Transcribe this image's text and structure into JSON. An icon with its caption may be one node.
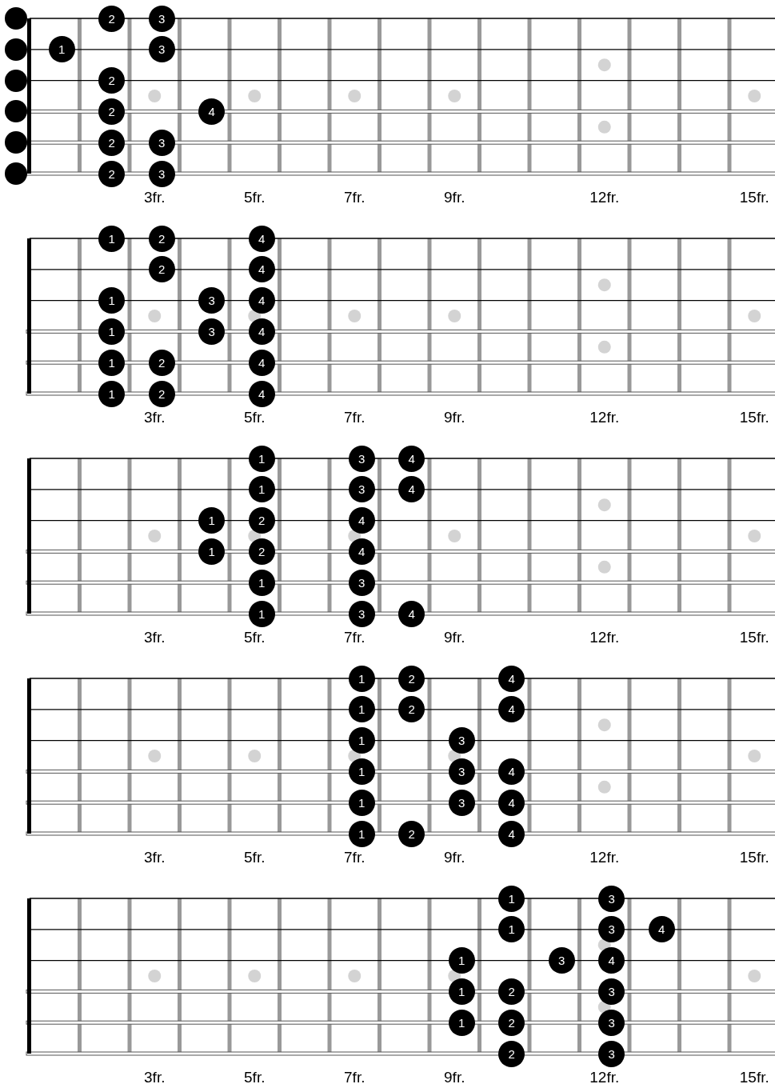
{
  "diagram": {
    "nodes": [
      {
        "text": [],
        "shape": "circle"
      },
      {
        "text": [
          "2"
        ]
      },
      {
        "text": [
          "3"
        ]
      },
      {
        "text": [],
        "shape": "circle"
      },
      {
        "text": [
          "1"
        ]
      },
      {
        "text": [
          "3"
        ]
      },
      {
        "text": [],
        "shape": "circle"
      },
      {
        "text": [
          "2"
        ]
      },
      {
        "text": [],
        "shape": "circle"
      },
      {
        "text": [
          "2"
        ]
      },
      {
        "text": [
          "4"
        ]
      },
      {
        "text": [],
        "shape": "circle"
      },
      {
        "text": [
          "2"
        ]
      },
      {
        "text": [
          "3"
        ]
      },
      {
        "text": [],
        "shape": "circle"
      },
      {
        "text": [
          "2"
        ]
      },
      {
        "text": [
          "3"
        ]
      },
      {
        "text": [
          "1"
        ]
      },
      {
        "text": [
          "2"
        ]
      },
      {
        "text": [
          "4"
        ]
      },
      {
        "text": [
          "2"
        ]
      },
      {
        "text": [
          "4"
        ]
      },
      {
        "text": [
          "1"
        ]
      },
      {
        "text": [
          "3"
        ]
      },
      {
        "text": [
          "4"
        ]
      },
      {
        "text": [
          "1"
        ]
      },
      {
        "text": [
          "3"
        ]
      },
      {
        "text": [
          "4"
        ]
      },
      {
        "text": [
          "1"
        ]
      },
      {
        "text": [
          "2"
        ]
      },
      {
        "text": [
          "4"
        ]
      },
      {
        "text": [
          "1"
        ]
      },
      {
        "text": [
          "2"
        ]
      },
      {
        "text": [
          "4"
        ]
      },
      {
        "text": [
          "1"
        ]
      },
      {
        "text": [
          "3"
        ]
      },
      {
        "text": [
          "4"
        ]
      },
      {
        "text": [
          "1"
        ]
      },
      {
        "text": [
          "3"
        ]
      },
      {
        "text": [
          "4"
        ]
      },
      {
        "text": [
          "1"
        ]
      },
      {
        "text": [
          "2"
        ]
      },
      {
        "text": [
          "4"
        ]
      },
      {
        "text": [
          "1"
        ]
      },
      {
        "text": [
          "2"
        ]
      },
      {
        "text": [
          "4"
        ]
      },
      {
        "text": [
          "1"
        ]
      },
      {
        "text": [
          "3"
        ]
      },
      {
        "text": [
          "1"
        ]
      },
      {
        "text": [
          "3"
        ]
      },
      {
        "text": [
          "4"
        ]
      },
      {
        "text": [
          "1"
        ]
      },
      {
        "text": [
          "2"
        ]
      },
      {
        "text": [
          "4"
        ]
      },
      {
        "text": [
          "1"
        ]
      },
      {
        "text": [
          "2"
        ]
      },
      {
        "text": [
          "4"
        ]
      },
      {
        "text": [
          "1"
        ]
      },
      {
        "text": [
          "3"
        ]
      },
      {
        "text": [
          "1"
        ]
      },
      {
        "text": [
          "3"
        ]
      },
      {
        "text": [
          "4"
        ]
      },
      {
        "text": [
          "1"
        ]
      },
      {
        "text": [
          "3"
        ]
      },
      {
        "text": [
          "4"
        ]
      },
      {
        "text": [
          "1"
        ]
      },
      {
        "text": [
          "2"
        ]
      },
      {
        "text": [
          "4"
        ]
      },
      {
        "text": [
          "1"
        ]
      },
      {
        "text": [
          "3"
        ]
      },
      {
        "text": [
          "1"
        ]
      },
      {
        "text": [
          "3"
        ]
      },
      {
        "text": [
          "4"
        ]
      },
      {
        "text": [
          "1"
        ]
      },
      {
        "text": [
          "3"
        ]
      },
      {
        "text": [
          "4"
        ]
      },
      {
        "text": [
          "1"
        ]
      },
      {
        "text": [
          "2"
        ]
      },
      {
        "text": [
          "3"
        ]
      },
      {
        "text": [
          "1"
        ]
      },
      {
        "text": [
          "2"
        ]
      },
      {
        "text": [
          "3"
        ]
      },
      {
        "text": [
          "2"
        ]
      },
      {
        "text": [
          "3"
        ]
      }
    ],
    "labels": [
      "3fr.",
      "5fr.",
      "7fr.",
      "9fr.",
      "12fr.",
      "15fr.",
      "3fr.",
      "5fr.",
      "7fr.",
      "9fr.",
      "12fr.",
      "15fr.",
      "3fr.",
      "5fr.",
      "7fr.",
      "9fr.",
      "12fr.",
      "15fr.",
      "3fr.",
      "5fr.",
      "7fr.",
      "9fr.",
      "12fr.",
      "15fr.",
      "3fr.",
      "5fr.",
      "7fr.",
      "9fr.",
      "12fr.",
      "15fr."
    ]
  }
}
